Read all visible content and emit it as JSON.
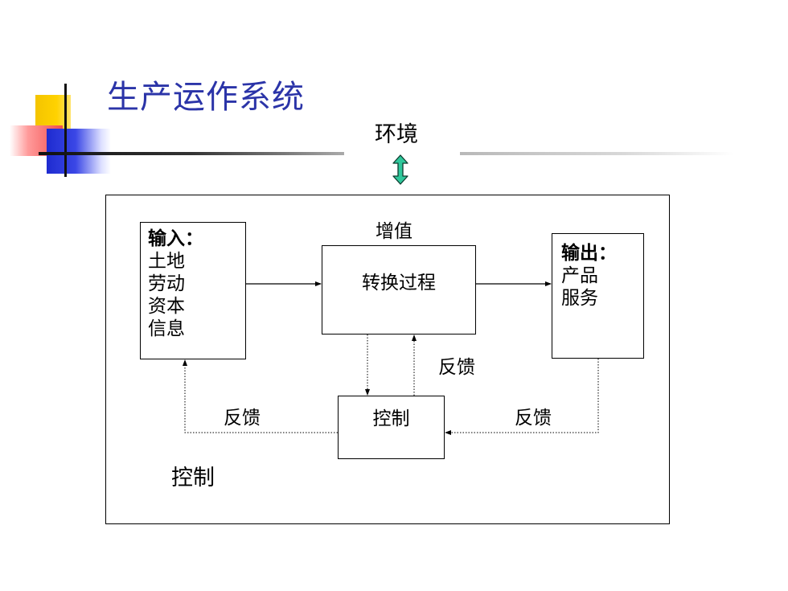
{
  "title": "生产运作系统",
  "environment": {
    "label": "环境",
    "arrow_icon": "double-arrow-icon",
    "arrow_color": "#2fc79b"
  },
  "diagram": {
    "value_added_label": "增值",
    "input_box": {
      "heading": "输入：",
      "items": [
        "土地",
        "劳动",
        "资本",
        "信息"
      ]
    },
    "transform_box": {
      "label": "转换过程"
    },
    "output_box": {
      "heading": "输出：",
      "items": [
        "产品",
        "服务"
      ]
    },
    "control_box": {
      "label": "控制"
    },
    "feedback_left_label": "反馈",
    "feedback_right_label": "反馈",
    "feedback_center_label": "反馈",
    "control_label": "控制"
  },
  "colors": {
    "title": "#2b34a8",
    "ornament_yellow": "#ffd200",
    "ornament_red": "#f24d4d",
    "ornament_blue": "#1e2bd0"
  }
}
